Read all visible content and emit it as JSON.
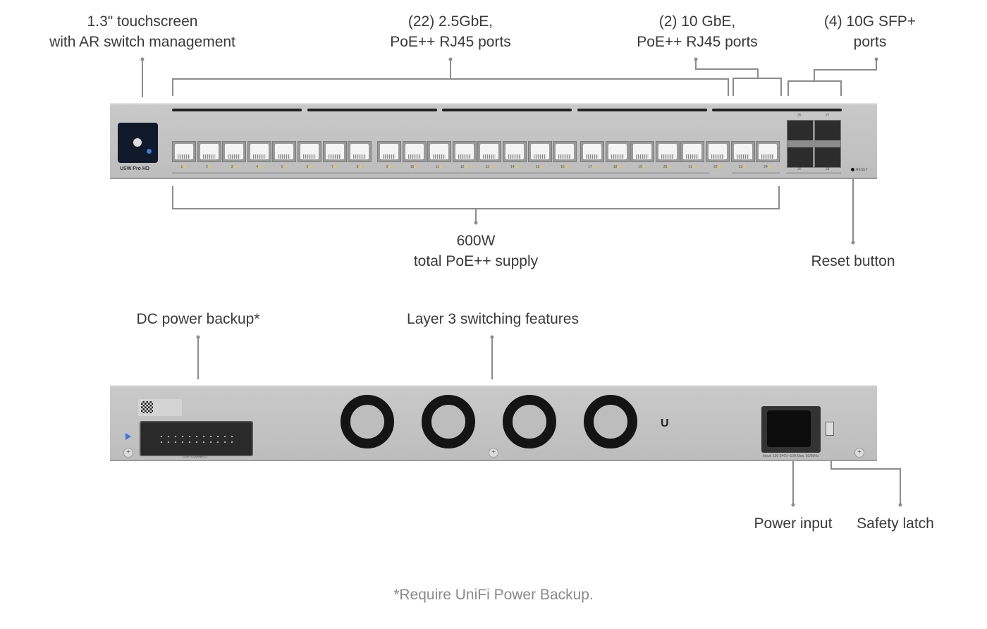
{
  "callouts": {
    "touchscreen": [
      "1.3\" touchscreen",
      "with AR switch management"
    ],
    "rj45_25g": [
      "(22) 2.5GbE,",
      "PoE++ RJ45 ports"
    ],
    "rj45_10g": [
      "(2)  10 GbE,",
      "PoE++ RJ45 ports"
    ],
    "sfp": [
      "(4) 10G SFP+",
      "ports"
    ],
    "poe": [
      "600W",
      "total PoE++ supply"
    ],
    "reset": "Reset button",
    "dc_backup": "DC power backup*",
    "layer3": "Layer 3 switching features",
    "power_input": "Power input",
    "safety_latch": "Safety latch"
  },
  "device": {
    "model": "USW Pro HD",
    "reset_label": "RESET",
    "sfp_ports": [
      "25",
      "26",
      "27",
      "28"
    ],
    "usp_label": "USP CONNECT",
    "power_rating": "Input: 100-240V~10A Max, 50/60Hz"
  },
  "footnote": "*Require UniFi Power Backup.",
  "colors": {
    "leader": "#8c8c8c",
    "panel": "#c4c4c4",
    "text": "#3a3a3a"
  }
}
